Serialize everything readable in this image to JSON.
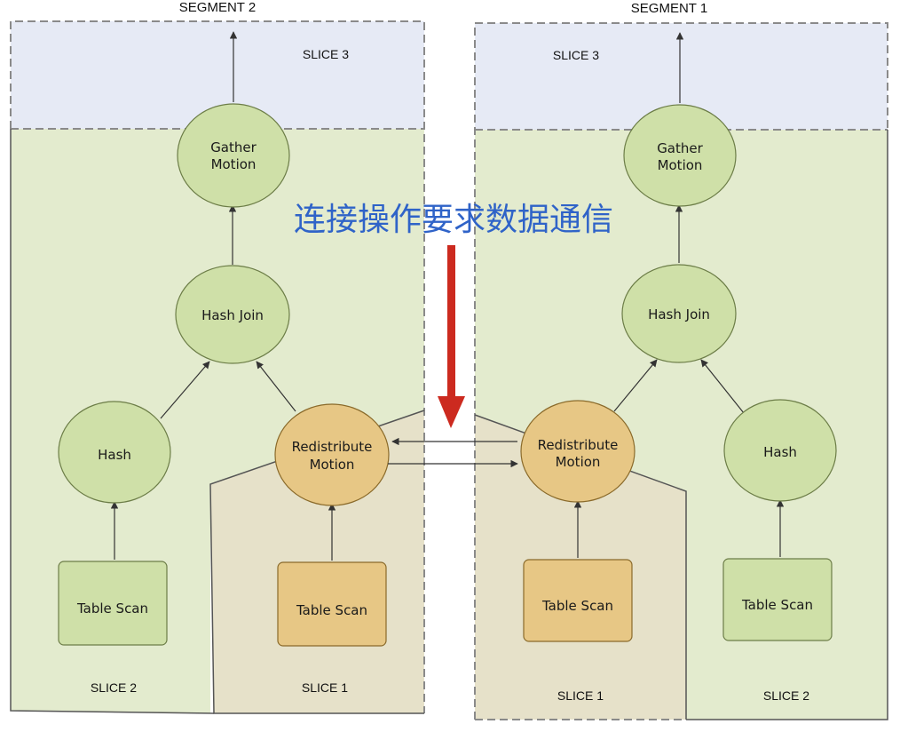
{
  "segments": {
    "left": {
      "title": "SEGMENT 2"
    },
    "right": {
      "title": "SEGMENT 1"
    }
  },
  "slices": {
    "left_top": "SLICE 3",
    "right_top": "SLICE 3",
    "left_a": "SLICE 2",
    "left_b": "SLICE 1",
    "right_a": "SLICE 1",
    "right_b": "SLICE 2"
  },
  "nodes": {
    "l_gather": [
      "Gather",
      "Motion"
    ],
    "l_hashjoin": [
      "Hash Join"
    ],
    "l_hash": [
      "Hash"
    ],
    "l_redist": [
      "Redistribute",
      "Motion"
    ],
    "l_scan_a": [
      "Table Scan"
    ],
    "l_scan_b": [
      "Table Scan"
    ],
    "r_gather": [
      "Gather",
      "Motion"
    ],
    "r_hashjoin": [
      "Hash Join"
    ],
    "r_hash": [
      "Hash"
    ],
    "r_redist": [
      "Redistribute",
      "Motion"
    ],
    "r_scan_a": [
      "Table Scan"
    ],
    "r_scan_b": [
      "Table Scan"
    ]
  },
  "annotation": {
    "text": "连接操作要求数据通信"
  },
  "colors": {
    "green_fill": "#cfe0a8",
    "green_stroke": "#6c7d47",
    "orange_fill": "#e7c785",
    "orange_stroke": "#8a6a2a",
    "slice_green": "#e3ebce",
    "slice_tan": "#e6e1c9",
    "slice_blue": "#e6eaf5",
    "annotation_text": "#2f63c8",
    "annotation_arrow": "#cc2a1f"
  }
}
